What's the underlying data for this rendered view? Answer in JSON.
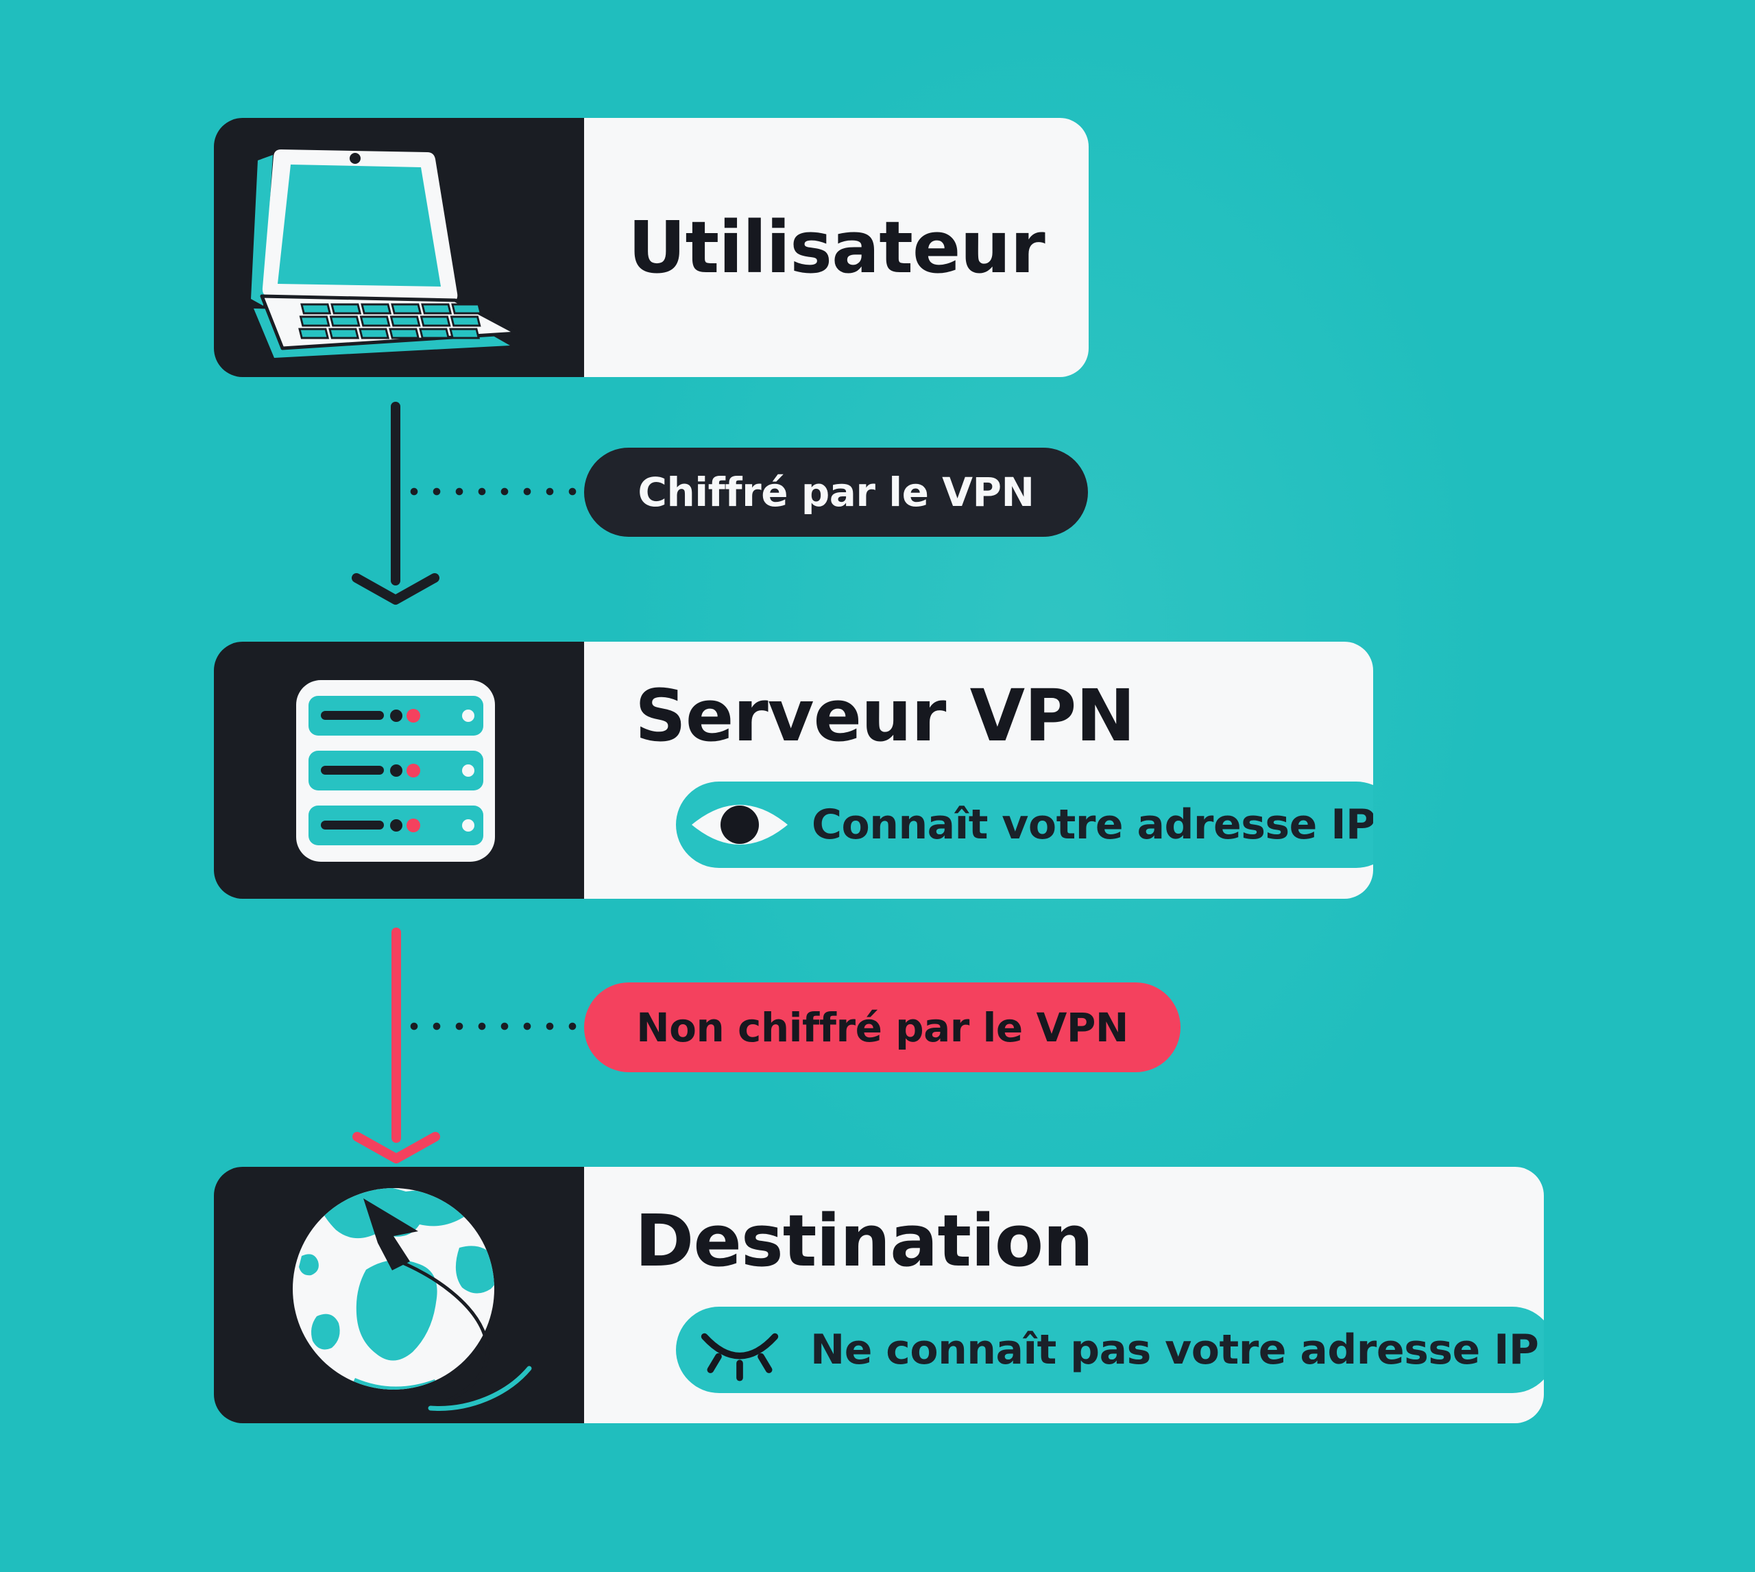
{
  "infographic": {
    "background_color": "#20BEBE",
    "cards": [
      {
        "id": "user",
        "title": "Utilisateur",
        "icon": "laptop-icon"
      },
      {
        "id": "vpn-server",
        "title": "Serveur VPN",
        "icon": "server-icon",
        "badge": {
          "icon": "eye-open-icon",
          "label": "Connaît votre adresse IP",
          "color": "#27C2C2"
        }
      },
      {
        "id": "destination",
        "title": "Destination",
        "icon": "globe-icon",
        "badge": {
          "icon": "eye-closed-icon",
          "label": "Ne connaît pas votre adresse IP",
          "color": "#27C2C2"
        }
      }
    ],
    "connectors": [
      {
        "id": "user-to-server",
        "label": "Chiffré par le VPN",
        "state": "encrypted",
        "pill_color": "#20232B",
        "text_color": "#F7F8F9",
        "arrow_color": "#1A1D23"
      },
      {
        "id": "server-to-destination",
        "label": "Non chiffré par le VPN",
        "state": "unencrypted",
        "pill_color": "#F4415E",
        "text_color": "#16181F",
        "arrow_color": "#F4415E"
      }
    ],
    "colors": {
      "card_dark": "#1A1D23",
      "card_light": "#F7F8F9",
      "teal_accent": "#27C2C2",
      "red_accent": "#F4415E",
      "text_dark": "#16181F",
      "text_light": "#F7F8F9"
    }
  }
}
